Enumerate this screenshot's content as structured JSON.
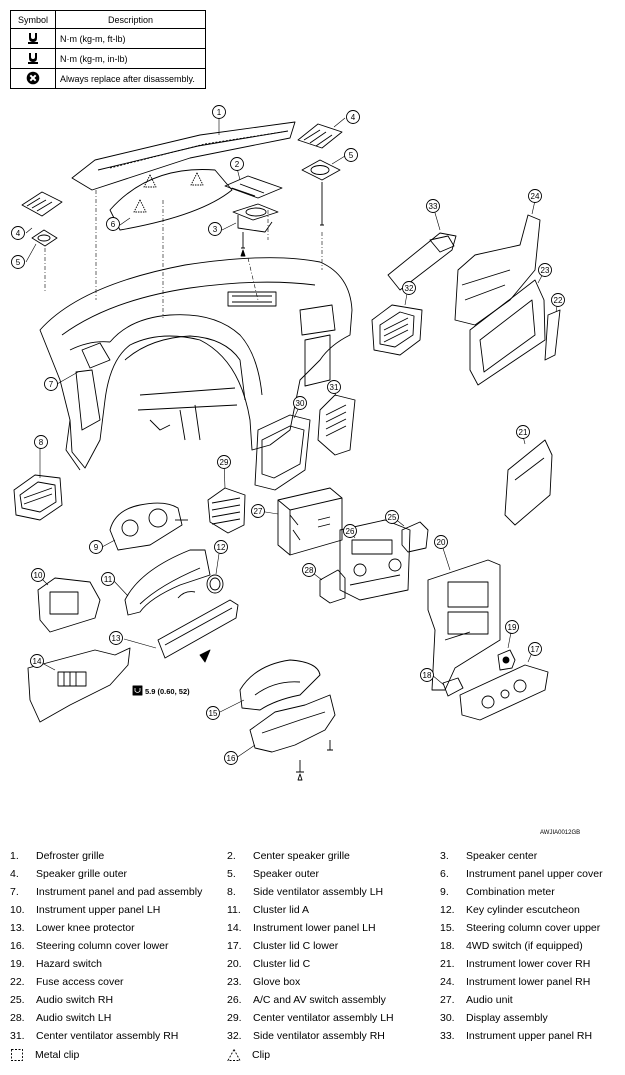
{
  "symbol_table": {
    "header_symbol": "Symbol",
    "header_description": "Description",
    "rows": [
      {
        "icon": "torque-ftlb-icon",
        "description": "N·m (kg-m, ft-lb)"
      },
      {
        "icon": "torque-inlb-icon",
        "description": "N·m (kg-m, in-lb)"
      },
      {
        "icon": "replace-icon",
        "description": "Always replace after disassembly."
      }
    ]
  },
  "torque_spec": "5.9 (0.60, 52)",
  "figure_id": "AWJIA0012GB",
  "callout_numbers": [
    "1",
    "2",
    "3",
    "4",
    "5",
    "4",
    "5",
    "6",
    "7",
    "8",
    "9",
    "10",
    "11",
    "12",
    "13",
    "14",
    "15",
    "16",
    "17",
    "18",
    "19",
    "20",
    "21",
    "22",
    "23",
    "24",
    "25",
    "26",
    "27",
    "28",
    "29",
    "30",
    "31",
    "32",
    "33"
  ],
  "parts": [
    {
      "num": "1.",
      "name": "Defroster grille"
    },
    {
      "num": "2.",
      "name": "Center speaker grille"
    },
    {
      "num": "3.",
      "name": "Speaker center"
    },
    {
      "num": "4.",
      "name": "Speaker grille outer"
    },
    {
      "num": "5.",
      "name": "Speaker outer"
    },
    {
      "num": "6.",
      "name": "Instrument panel upper cover"
    },
    {
      "num": "7.",
      "name": "Instrument panel and pad assembly"
    },
    {
      "num": "8.",
      "name": "Side ventilator assembly LH"
    },
    {
      "num": "9.",
      "name": "Combination meter"
    },
    {
      "num": "10.",
      "name": "Instrument upper panel LH"
    },
    {
      "num": "11.",
      "name": "Cluster lid A"
    },
    {
      "num": "12.",
      "name": "Key cylinder escutcheon"
    },
    {
      "num": "13.",
      "name": "Lower knee protector"
    },
    {
      "num": "14.",
      "name": "Instrument lower panel LH"
    },
    {
      "num": "15.",
      "name": "Steering column cover upper"
    },
    {
      "num": "16.",
      "name": "Steering column cover lower"
    },
    {
      "num": "17.",
      "name": "Cluster lid C lower"
    },
    {
      "num": "18.",
      "name": "4WD switch (if equipped)"
    },
    {
      "num": "19.",
      "name": "Hazard switch"
    },
    {
      "num": "20.",
      "name": "Cluster lid C"
    },
    {
      "num": "21.",
      "name": "Instrument lower cover RH"
    },
    {
      "num": "22.",
      "name": "Fuse access cover"
    },
    {
      "num": "23.",
      "name": "Glove box"
    },
    {
      "num": "24.",
      "name": "Instrument lower panel RH"
    },
    {
      "num": "25.",
      "name": "Audio switch RH"
    },
    {
      "num": "26.",
      "name": "A/C and AV switch assembly"
    },
    {
      "num": "27.",
      "name": "Audio unit"
    },
    {
      "num": "28.",
      "name": "Audio switch LH"
    },
    {
      "num": "29.",
      "name": "Center ventilator assembly LH"
    },
    {
      "num": "30.",
      "name": "Display assembly"
    },
    {
      "num": "31.",
      "name": "Center ventilator assembly RH"
    },
    {
      "num": "32.",
      "name": "Side ventilator assembly RH"
    },
    {
      "num": "33.",
      "name": "Instrument upper panel RH"
    }
  ],
  "legend": {
    "metal_clip": "Metal clip",
    "clip": "Clip"
  }
}
